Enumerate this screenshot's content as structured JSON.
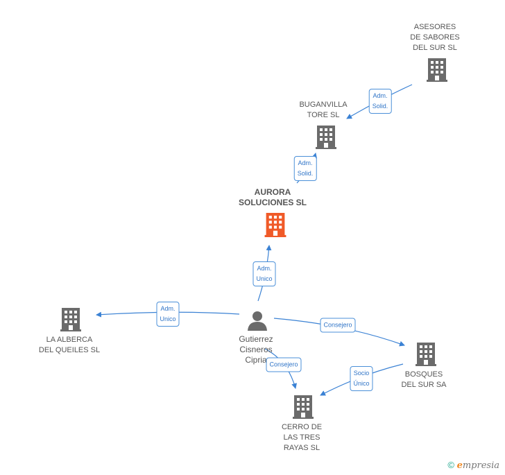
{
  "colors": {
    "edge": "#3b82d4",
    "company_icon": "#6b6b6b",
    "main_icon": "#f05a28",
    "person_icon": "#6b6b6b"
  },
  "nodes": {
    "asesores": {
      "label": "ASESORES\nDE SABORES\nDEL SUR SL",
      "icon": "building-icon"
    },
    "buganvilla": {
      "label": "BUGANVILLA\nTORE SL",
      "icon": "building-icon"
    },
    "aurora": {
      "label": "AURORA\nSOLUCIONES SL",
      "icon": "building-icon"
    },
    "alberca": {
      "label": "LA ALBERCA\nDEL QUEILES SL",
      "icon": "building-icon"
    },
    "person": {
      "label": "Gutierrez\nCisneros\nCipria",
      "icon": "person-icon"
    },
    "bosques": {
      "label": "BOSQUES\nDEL SUR SA",
      "icon": "building-icon"
    },
    "cerro": {
      "label": "CERRO DE\nLAS TRES\nRAYAS SL",
      "icon": "building-icon"
    }
  },
  "edges": {
    "asesores_buganvilla": "Adm.\nSolid.",
    "buganvilla_aurora": "Adm.\nSolid.",
    "person_aurora": "Adm.\nUnico",
    "person_alberca": "Adm.\nUnico",
    "person_bosques": "Consejero",
    "person_cerro": "Consejero",
    "bosques_cerro": "Socio\nÚnico"
  },
  "footer": {
    "copyright": "©",
    "brand_initial": "e",
    "brand_rest": "mpresia"
  }
}
